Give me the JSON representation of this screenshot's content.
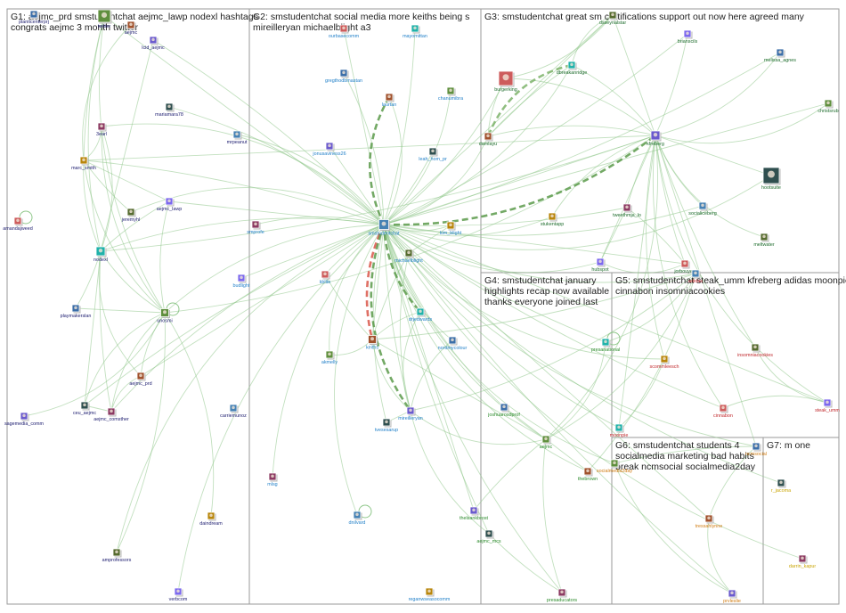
{
  "groups": [
    {
      "id": "G1",
      "title_lines": [
        "G1: aejmc_prd smstudentchat aejmc_lawp nodexl hashtags",
        "congrats aejmc 3 month twitter"
      ]
    },
    {
      "id": "G2",
      "title_lines": [
        "G2: smstudentchat social media more keiths being s",
        "mireilleryan michaelblight a3"
      ]
    },
    {
      "id": "G3",
      "title_lines": [
        "G3: smstudentchat great sm certifications support out now here agreed many"
      ]
    },
    {
      "id": "G4",
      "title_lines": [
        "G4: smstudentchat january",
        "highlights recap now available",
        "thanks everyone joined last"
      ]
    },
    {
      "id": "G5",
      "title_lines": [
        "G5: smstudentchat steak_umm kfreberg adidas moonpie",
        "cinnabon insomniacookies"
      ]
    },
    {
      "id": "G6",
      "title_lines": [
        "G6: smstudentchat students 4",
        "socialmedia marketing bad habits",
        "break ncmsocial socialmedia2day"
      ]
    },
    {
      "id": "G7",
      "title_lines": [
        "G7: m one"
      ]
    }
  ],
  "label_colors": {
    "G1": "#1a1a6e",
    "G2": "#1f7fc8",
    "G3": "#1c6b2b",
    "G4": "#2a8a2a",
    "G5": "#c0282c",
    "G6": "#d07b10",
    "G7": "#c9a400"
  },
  "icon_palette": [
    "#3b6ea8",
    "#5f8f3e",
    "#a0522d",
    "#6a5acd",
    "#2f4f4f",
    "#8b3a62",
    "#4682b4",
    "#b8860b",
    "#556b2f",
    "#7b68ee",
    "#cd5c5c",
    "#20b2aa"
  ],
  "nodes": [
    {
      "label": "planitcenterprj",
      "g": "G1"
    },
    {
      "label": "twitter",
      "g": "G1"
    },
    {
      "label": "aejmc",
      "g": "G1"
    },
    {
      "label": "lcid_aejmc",
      "g": "G1"
    },
    {
      "label": "mariamara78",
      "g": "G1"
    },
    {
      "label": "3earl",
      "g": "G1"
    },
    {
      "label": "mrpeanut",
      "g": "G1"
    },
    {
      "label": "marc_smith",
      "g": "G1"
    },
    {
      "label": "jeremyhl",
      "g": "G1"
    },
    {
      "label": "aejmc_lawp",
      "g": "G1"
    },
    {
      "label": "amandajweed",
      "g": "G1"
    },
    {
      "label": "nodexl",
      "g": "G1"
    },
    {
      "label": "playmakerslan",
      "g": "G1"
    },
    {
      "label": "unosmi",
      "g": "G1"
    },
    {
      "label": "aejmc_prd",
      "g": "G1"
    },
    {
      "label": "sagemedia_comm",
      "g": "G1"
    },
    {
      "label": "ceu_aejmc",
      "g": "G1"
    },
    {
      "label": "aejmc_comsther",
      "g": "G1"
    },
    {
      "label": "carriemunoz",
      "g": "G1"
    },
    {
      "label": "daindream",
      "g": "G1"
    },
    {
      "label": "amprofessors",
      "g": "G1"
    },
    {
      "label": "verbcom",
      "g": "G1"
    },
    {
      "label": "ourbasecomm",
      "g": "G2"
    },
    {
      "label": "mayomittan",
      "g": "G2"
    },
    {
      "label": "gregthodbmastan",
      "g": "G2"
    },
    {
      "label": "chanumibra",
      "g": "G2"
    },
    {
      "label": "laurtan",
      "g": "G2"
    },
    {
      "label": "jonusaviness26",
      "g": "G2"
    },
    {
      "label": "leah_hom_pr",
      "g": "G2"
    },
    {
      "label": "smprofe",
      "g": "G2"
    },
    {
      "label": "smstudentchat",
      "g": "G2"
    },
    {
      "label": "kim_blight",
      "g": "G2"
    },
    {
      "label": "michaelblight",
      "g": "G2"
    },
    {
      "label": "budlight",
      "g": "G2"
    },
    {
      "label": "kblite",
      "g": "G2"
    },
    {
      "label": "drjedwards",
      "g": "G2"
    },
    {
      "label": "nordmycolour",
      "g": "G2"
    },
    {
      "label": "akmelly",
      "g": "G2"
    },
    {
      "label": "keiths",
      "g": "G2"
    },
    {
      "label": "mireilleryan",
      "g": "G2"
    },
    {
      "label": "tvesesarup",
      "g": "G2"
    },
    {
      "label": "mlsg",
      "g": "G2"
    },
    {
      "label": "dnilvard",
      "g": "G2"
    },
    {
      "label": "reganwseasocomm",
      "g": "G2"
    },
    {
      "label": "dsseynalstar",
      "g": "G3"
    },
    {
      "label": "brianscils",
      "g": "G3"
    },
    {
      "label": "burgerking",
      "g": "G3"
    },
    {
      "label": "dbreakanridge",
      "g": "G3"
    },
    {
      "label": "melissa_agnes",
      "g": "G3"
    },
    {
      "label": "christsrub",
      "g": "G3"
    },
    {
      "label": "damlayu",
      "g": "G3"
    },
    {
      "label": "kfreberg",
      "g": "G3"
    },
    {
      "label": "hootsuite",
      "g": "G3"
    },
    {
      "label": "tweethmja_lo",
      "g": "G3"
    },
    {
      "label": "socialiceberg",
      "g": "G3"
    },
    {
      "label": "stukentapp",
      "g": "G3"
    },
    {
      "label": "meltwater",
      "g": "G3"
    },
    {
      "label": "hubspot",
      "g": "G3"
    },
    {
      "label": "jorbouyes",
      "g": "G3"
    },
    {
      "label": "presanational",
      "g": "G4"
    },
    {
      "label": "joshuarosdprof",
      "g": "G4"
    },
    {
      "label": "aejmc",
      "g": "G4"
    },
    {
      "label": "thebrown",
      "g": "G4"
    },
    {
      "label": "thelsankbrost",
      "g": "G4"
    },
    {
      "label": "aejmc_mcs",
      "g": "G4"
    },
    {
      "label": "presaducators",
      "g": "G4"
    },
    {
      "label": "adidas",
      "g": "G5"
    },
    {
      "label": "scommleesch",
      "g": "G5"
    },
    {
      "label": "insomniacookies",
      "g": "G5"
    },
    {
      "label": "steak_umm",
      "g": "G5"
    },
    {
      "label": "cinnabon",
      "g": "G5"
    },
    {
      "label": "moonpie",
      "g": "G5"
    },
    {
      "label": "ncmsocial",
      "g": "G6"
    },
    {
      "label": "socialmedia2day",
      "g": "G6"
    },
    {
      "label": "tressahlynne",
      "g": "G6"
    },
    {
      "label": "prvleslie",
      "g": "G6"
    },
    {
      "label": "r_jacoma",
      "g": "G7"
    },
    {
      "label": "darrin_kapur",
      "g": "G7"
    }
  ],
  "edges": [
    [
      30,
      1
    ],
    [
      30,
      7
    ],
    [
      30,
      11
    ],
    [
      30,
      13
    ],
    [
      30,
      5
    ],
    [
      30,
      9
    ],
    [
      30,
      3
    ],
    [
      30,
      4
    ],
    [
      30,
      6
    ],
    [
      30,
      8
    ],
    [
      30,
      14
    ],
    [
      30,
      16
    ],
    [
      30,
      17
    ],
    [
      30,
      21
    ],
    [
      30,
      20
    ],
    [
      30,
      22
    ],
    [
      30,
      23
    ],
    [
      30,
      24
    ],
    [
      30,
      25
    ],
    [
      30,
      26
    ],
    [
      30,
      27
    ],
    [
      30,
      28
    ],
    [
      30,
      29
    ],
    [
      30,
      31
    ],
    [
      30,
      32
    ],
    [
      30,
      33
    ],
    [
      30,
      34
    ],
    [
      30,
      35
    ],
    [
      30,
      36
    ],
    [
      30,
      37
    ],
    [
      30,
      38
    ],
    [
      30,
      39
    ],
    [
      30,
      40
    ],
    [
      30,
      41
    ],
    [
      30,
      42
    ],
    [
      30,
      44
    ],
    [
      30,
      45
    ],
    [
      30,
      46
    ],
    [
      30,
      47
    ],
    [
      30,
      50
    ],
    [
      30,
      51
    ],
    [
      30,
      53
    ],
    [
      30,
      54
    ],
    [
      30,
      55
    ],
    [
      30,
      57
    ],
    [
      30,
      58
    ],
    [
      30,
      59
    ],
    [
      30,
      60
    ],
    [
      30,
      61
    ],
    [
      30,
      62
    ],
    [
      30,
      63
    ],
    [
      30,
      64
    ],
    [
      30,
      65
    ],
    [
      30,
      66
    ],
    [
      30,
      67
    ],
    [
      30,
      69
    ],
    [
      30,
      70
    ],
    [
      30,
      71
    ],
    [
      30,
      72
    ],
    [
      30,
      73
    ],
    [
      30,
      74
    ],
    [
      30,
      75
    ],
    [
      30,
      76
    ],
    [
      30,
      77
    ],
    [
      30,
      52
    ],
    [
      30,
      49
    ],
    [
      30,
      48
    ],
    [
      7,
      11
    ],
    [
      7,
      13
    ],
    [
      7,
      5
    ],
    [
      7,
      9
    ],
    [
      7,
      8
    ],
    [
      11,
      13
    ],
    [
      11,
      5
    ],
    [
      11,
      14
    ],
    [
      11,
      16
    ],
    [
      11,
      17
    ],
    [
      13,
      14
    ],
    [
      13,
      17
    ],
    [
      13,
      16
    ],
    [
      13,
      12
    ],
    [
      1,
      7
    ],
    [
      1,
      11
    ],
    [
      1,
      13
    ],
    [
      2,
      7
    ],
    [
      3,
      11
    ],
    [
      9,
      11
    ],
    [
      9,
      13
    ],
    [
      5,
      13
    ],
    [
      14,
      17
    ],
    [
      16,
      17
    ],
    [
      12,
      11
    ],
    [
      20,
      13
    ],
    [
      19,
      13
    ],
    [
      15,
      13
    ],
    [
      51,
      44
    ],
    [
      51,
      45
    ],
    [
      51,
      47
    ],
    [
      51,
      48
    ],
    [
      51,
      49
    ],
    [
      51,
      52
    ],
    [
      51,
      53
    ],
    [
      51,
      54
    ],
    [
      51,
      55
    ],
    [
      51,
      56
    ],
    [
      51,
      57
    ],
    [
      51,
      58
    ],
    [
      51,
      50
    ],
    [
      51,
      46
    ],
    [
      44,
      47
    ],
    [
      44,
      50
    ],
    [
      47,
      50
    ],
    [
      46,
      50
    ],
    [
      46,
      44
    ],
    [
      57,
      58
    ],
    [
      57,
      53
    ],
    [
      58,
      53
    ],
    [
      51,
      67
    ],
    [
      51,
      70
    ],
    [
      51,
      69
    ],
    [
      51,
      71
    ],
    [
      51,
      68
    ],
    [
      71,
      67
    ],
    [
      69,
      70
    ],
    [
      68,
      69
    ],
    [
      61,
      62
    ],
    [
      61,
      63
    ],
    [
      61,
      65
    ],
    [
      61,
      66
    ],
    [
      61,
      59
    ],
    [
      61,
      60
    ],
    [
      64,
      65
    ],
    [
      62,
      66
    ],
    [
      59,
      66
    ],
    [
      39,
      61
    ],
    [
      38,
      61
    ],
    [
      72,
      73
    ],
    [
      72,
      74
    ],
    [
      73,
      75
    ],
    [
      74,
      75
    ],
    [
      72,
      51
    ],
    [
      32,
      38
    ],
    [
      32,
      39
    ],
    [
      38,
      39
    ],
    [
      35,
      39
    ],
    [
      31,
      32
    ],
    [
      34,
      38
    ],
    [
      35,
      38
    ],
    [
      36,
      39
    ],
    [
      37,
      38
    ],
    [
      40,
      39
    ],
    [
      38,
      66
    ],
    [
      39,
      66
    ],
    [
      39,
      64
    ],
    [
      61,
      51
    ],
    [
      7,
      51
    ],
    [
      11,
      51
    ],
    [
      13,
      51
    ]
  ],
  "emphasized_edges": [
    {
      "from": 30,
      "to": 38,
      "color": "#d9574a"
    },
    {
      "from": 30,
      "to": 39,
      "color": "#5a9a4a"
    },
    {
      "from": 30,
      "to": 51,
      "color": "#5a9a4a"
    },
    {
      "from": 26,
      "to": 30,
      "color": "#5a9a4a"
    },
    {
      "from": 30,
      "to": 35,
      "color": "#5a9a4a"
    },
    {
      "from": 47,
      "to": 50,
      "color": "#7cb36a"
    }
  ],
  "self_loops": [
    10,
    13,
    42,
    59
  ]
}
